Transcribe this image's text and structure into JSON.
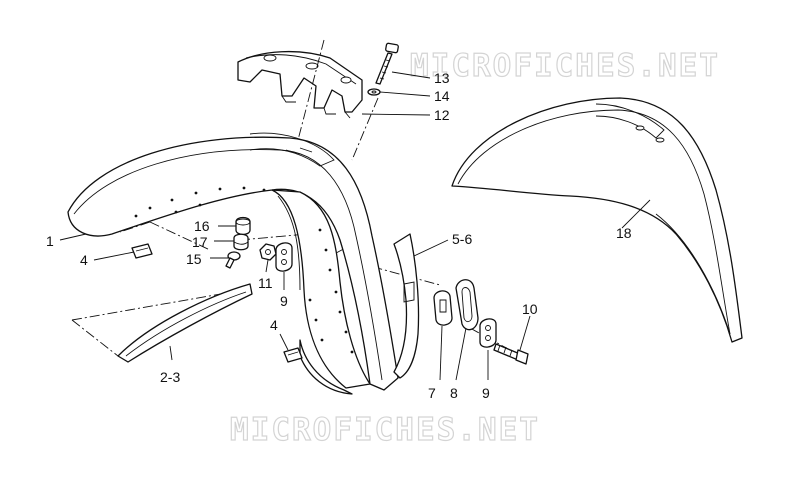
{
  "watermark": {
    "text": "MICROFICHES.NET"
  },
  "callouts": {
    "c1": "1",
    "c2_3": "2-3",
    "c4a": "4",
    "c4b": "4",
    "c5_6": "5-6",
    "c7": "7",
    "c8": "8",
    "c9a": "9",
    "c9b": "9",
    "c10": "10",
    "c11": "11",
    "c12": "12",
    "c13": "13",
    "c14": "14",
    "c15": "15",
    "c16": "16",
    "c17": "17",
    "c18": "18"
  }
}
